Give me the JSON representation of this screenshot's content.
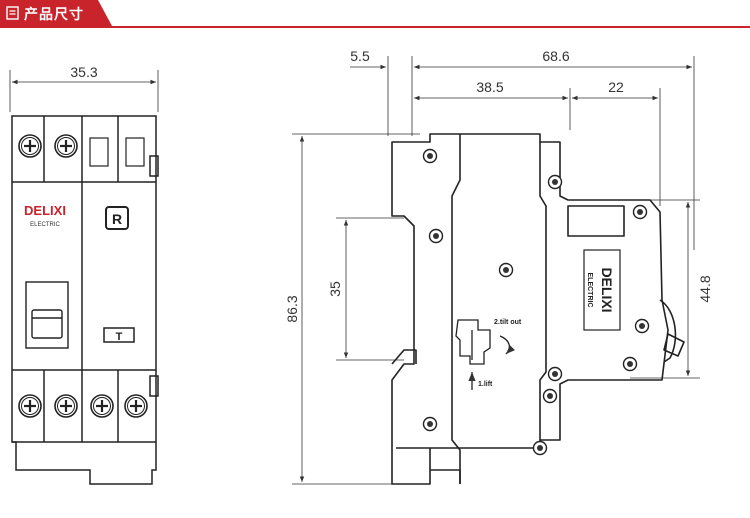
{
  "header": {
    "title": "产品尺寸",
    "icon": "document-icon",
    "accent": "#c9242b"
  },
  "front_view": {
    "width_label": "35.3",
    "brand": "DELIXI",
    "brand_sub": "ELECTRIC",
    "badge": "R",
    "test_button": "T"
  },
  "side_view": {
    "dim_offset": "5.5",
    "dim_total_depth": "68.6",
    "dim_body_depth": "38.5",
    "dim_front_depth": "22",
    "dim_height": "86.3",
    "dim_rail": "35",
    "dim_front_height": "44.8",
    "callout_tilt": "2.tilt out",
    "callout_lift": "1.lift",
    "label_brand": "DELIXI",
    "label_sub": "ELECTRIC"
  }
}
